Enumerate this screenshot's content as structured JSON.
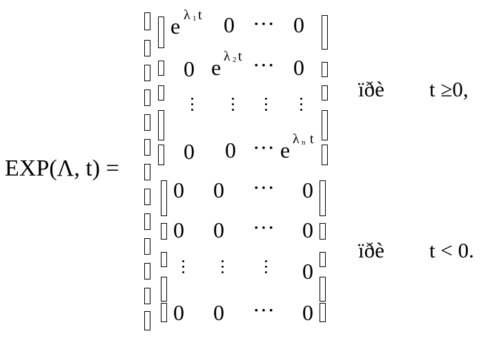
{
  "equation": {
    "lhs": "EXP(Λ, t) =",
    "matrix_top": {
      "row1": {
        "c1_base": "e",
        "c1_exp": "λ",
        "c1_exp_sub": "1",
        "c1_exp_t": "t",
        "c2": "0",
        "c3": "···",
        "c4": "0"
      },
      "row2": {
        "c1": "0",
        "c2_base": "e",
        "c2_exp": "λ",
        "c2_exp_sub": "2",
        "c2_exp_t": "t",
        "c3": "···",
        "c4": "0"
      },
      "row4": {
        "c1": "0",
        "c2": "0",
        "c3": "···",
        "c4_base": "e",
        "c4_exp": "λ",
        "c4_exp_sub": "n",
        "c4_exp_t": "t"
      }
    },
    "matrix_bottom": {
      "rows": [
        {
          "c1": "0",
          "c2": "0",
          "c3": "···",
          "c4": "0"
        },
        {
          "c1": "0",
          "c2": "0",
          "c3": "···",
          "c4": "0"
        },
        {
          "c4": "0"
        },
        {
          "c1": "0",
          "c2": "0",
          "c3": "···",
          "c4": "0"
        }
      ]
    },
    "conditions": {
      "top_word": "ïðè",
      "top_expr": "t ≥0,",
      "bottom_word": "ïðè",
      "bottom_expr": "t < 0."
    }
  }
}
